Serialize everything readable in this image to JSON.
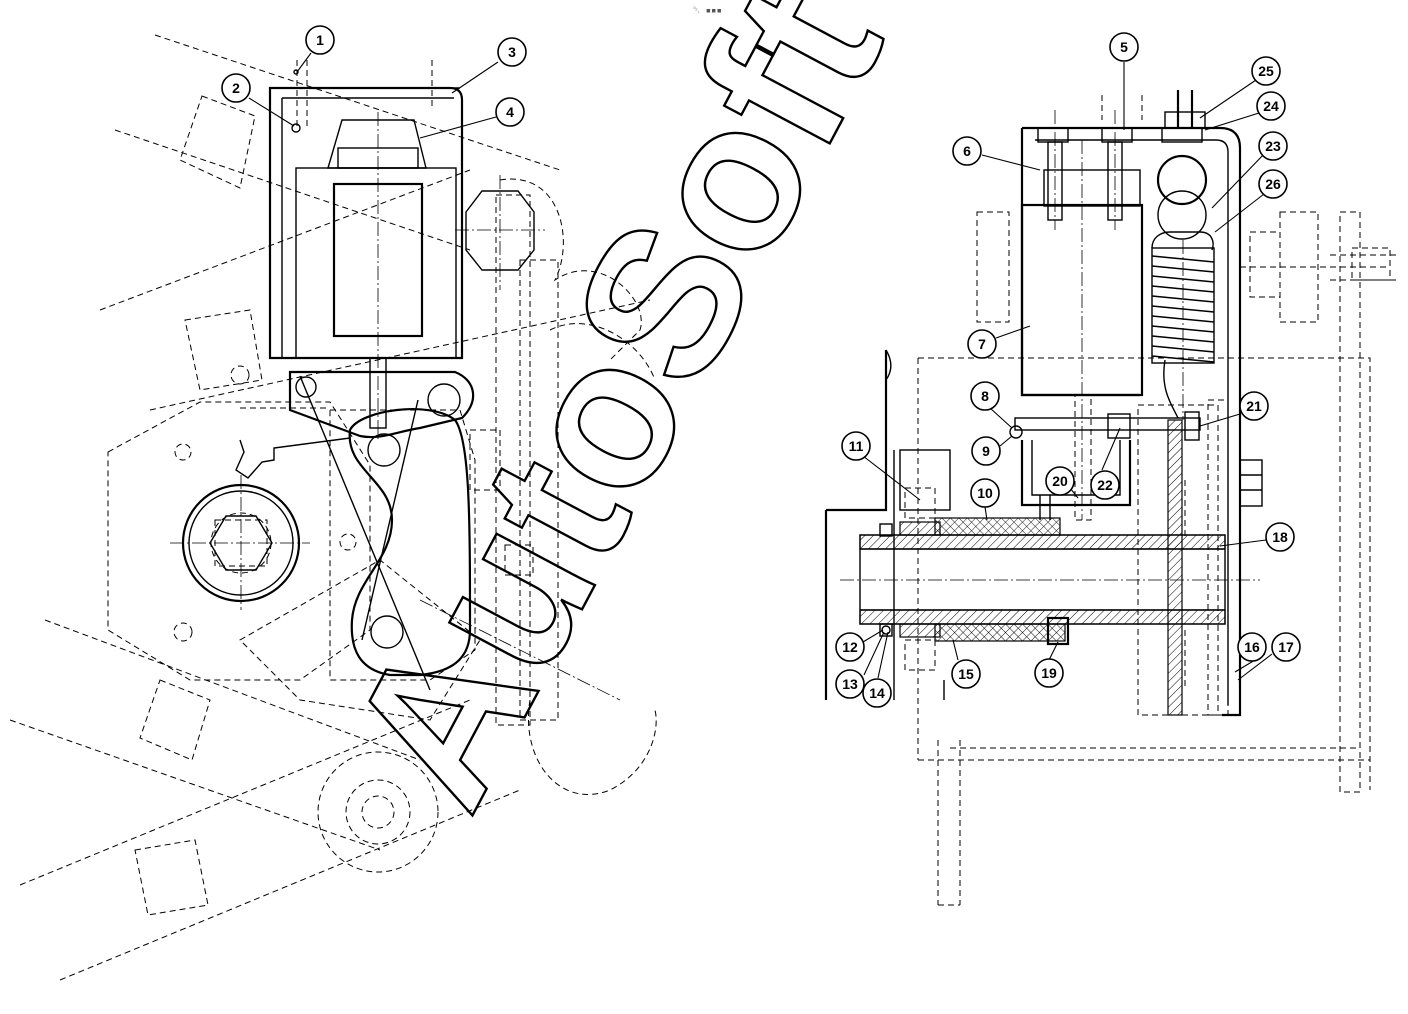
{
  "sheet_mark": "␡ ▪▪▪",
  "watermark": "AutoSoft",
  "callouts": [
    {
      "id": "c1",
      "label": "1"
    },
    {
      "id": "c2",
      "label": "2"
    },
    {
      "id": "c3",
      "label": "3"
    },
    {
      "id": "c4",
      "label": "4"
    },
    {
      "id": "c5",
      "label": "5"
    },
    {
      "id": "c6",
      "label": "6"
    },
    {
      "id": "c7",
      "label": "7"
    },
    {
      "id": "c8",
      "label": "8"
    },
    {
      "id": "c9",
      "label": "9"
    },
    {
      "id": "c10",
      "label": "10"
    },
    {
      "id": "c11",
      "label": "11"
    },
    {
      "id": "c12",
      "label": "12"
    },
    {
      "id": "c13",
      "label": "13"
    },
    {
      "id": "c14",
      "label": "14"
    },
    {
      "id": "c15",
      "label": "15"
    },
    {
      "id": "c16",
      "label": "16"
    },
    {
      "id": "c17",
      "label": "17"
    },
    {
      "id": "c18",
      "label": "18"
    },
    {
      "id": "c19",
      "label": "19"
    },
    {
      "id": "c20",
      "label": "20"
    },
    {
      "id": "c21",
      "label": "21"
    },
    {
      "id": "c22",
      "label": "22"
    },
    {
      "id": "c23",
      "label": "23"
    },
    {
      "id": "c24",
      "label": "24"
    },
    {
      "id": "c25",
      "label": "25"
    },
    {
      "id": "c26",
      "label": "26"
    }
  ]
}
